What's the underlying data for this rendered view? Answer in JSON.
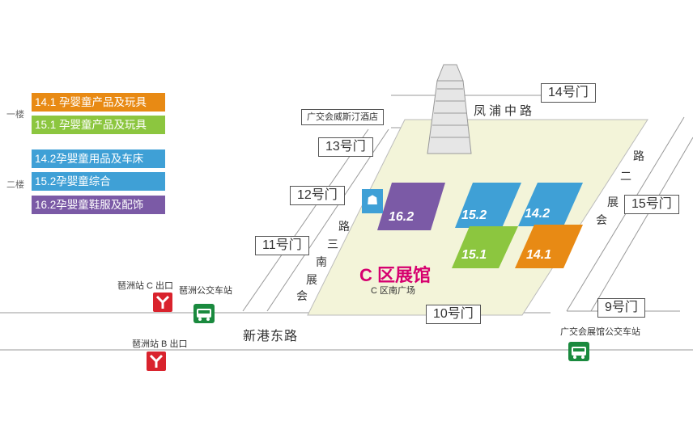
{
  "legend": {
    "floor1": "一楼",
    "floor2": "二楼",
    "items": [
      {
        "label": "14.1 孕婴童产品及玩具",
        "color": "#e88a14"
      },
      {
        "label": "15.1 孕婴童产品及玩具",
        "color": "#8cc63f"
      },
      {
        "label": "14.2孕婴童用品及车床",
        "color": "#3fa0d6"
      },
      {
        "label": "15.2孕婴童综合",
        "color": "#3fa0d6"
      },
      {
        "label": "16.2孕婴童鞋服及配饰",
        "color": "#7b5aa6"
      }
    ]
  },
  "halls": [
    {
      "label": "16.2",
      "color": "#7b5aa6"
    },
    {
      "label": "15.2",
      "color": "#3fa0d6"
    },
    {
      "label": "14.2",
      "color": "#3fa0d6"
    },
    {
      "label": "15.1",
      "color": "#8cc63f"
    },
    {
      "label": "14.1",
      "color": "#e88a14"
    }
  ],
  "zone": {
    "title": "C 区展馆",
    "subtitle": "C 区南广场"
  },
  "gates": {
    "g14": "14号门",
    "g13": "13号门",
    "g12": "12号门",
    "g11": "11号门",
    "g10": "10号门",
    "g9": "9号门",
    "g15": "15号门"
  },
  "roads": {
    "fengpu": "凤浦中路",
    "xingang": "新港东路",
    "huizhan3": [
      "会",
      "展",
      "南",
      "三",
      "路"
    ],
    "huizhan2": [
      "会",
      "展",
      "二",
      "路"
    ]
  },
  "hotel": "广交会威斯汀酒店",
  "transit": {
    "metro_c": "琶洲站 C 出口",
    "metro_b": "琶洲站 B 出口",
    "bus1": "琶洲公交车站",
    "bus2": "广交会展馆公交车站"
  },
  "colors": {
    "plaza": "#f3f4d9",
    "accent": "#d6006f"
  }
}
